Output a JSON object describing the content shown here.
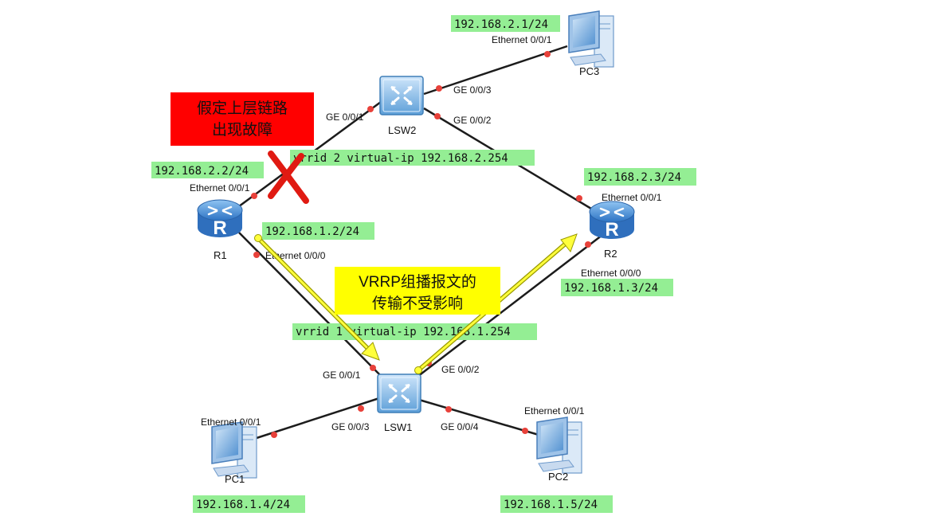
{
  "colors": {
    "ip_bg": "#94ee94",
    "callout_red": "#ff0000",
    "callout_yellow": "#ffff00",
    "arrow": "#ffff3c",
    "cross": "#e01a12",
    "link": "#1c1c1c",
    "port_dot": "#e8413a"
  },
  "devices": {
    "pc3": "PC3",
    "lsw2": "LSW2",
    "r1": "R1",
    "r2": "R2",
    "lsw1": "LSW1",
    "pc1": "PC1",
    "pc2": "PC2"
  },
  "device_icons": {
    "pc": "pc-icon",
    "switch": "switch-icon",
    "router": "router-icon"
  },
  "ports": {
    "pc3_eth": "Ethernet 0/0/1",
    "lsw2_ge3": "GE 0/0/3",
    "lsw2_ge1": "GE 0/0/1",
    "lsw2_ge2": "GE 0/0/2",
    "r1_eth1": "Ethernet 0/0/1",
    "r1_eth0": "Ethernet 0/0/0",
    "r2_eth1": "Ethernet 0/0/1",
    "r2_eth0": "Ethernet 0/0/0",
    "lsw1_ge1": "GE 0/0/1",
    "lsw1_ge2": "GE 0/0/2",
    "lsw1_ge3": "GE 0/0/3",
    "lsw1_ge4": "GE 0/0/4",
    "pc1_eth": "Ethernet 0/0/1",
    "pc2_eth": "Ethernet 0/0/1"
  },
  "ips": {
    "pc3": "192.168.2.1/24",
    "r1_up": "192.168.2.2/24",
    "r2_up": "192.168.2.3/24",
    "r1_down": "192.168.1.2/24",
    "r2_down": "192.168.1.3/24",
    "pc1": "192.168.1.4/24",
    "pc2": "192.168.1.5/24"
  },
  "vrrp": {
    "vrid2": "vrrid 2 virtual-ip 192.168.2.254",
    "vrid1": "vrrid 1 virtual-ip 192.168.1.254"
  },
  "callouts": {
    "fault_line1": "假定上层链路",
    "fault_line2": "出现故障",
    "vrrp_line1": "VRRP组播报文的",
    "vrrp_line2": "传输不受影响"
  },
  "markers": {
    "fault": "cross-icon",
    "multicast": "arrow-icon"
  }
}
